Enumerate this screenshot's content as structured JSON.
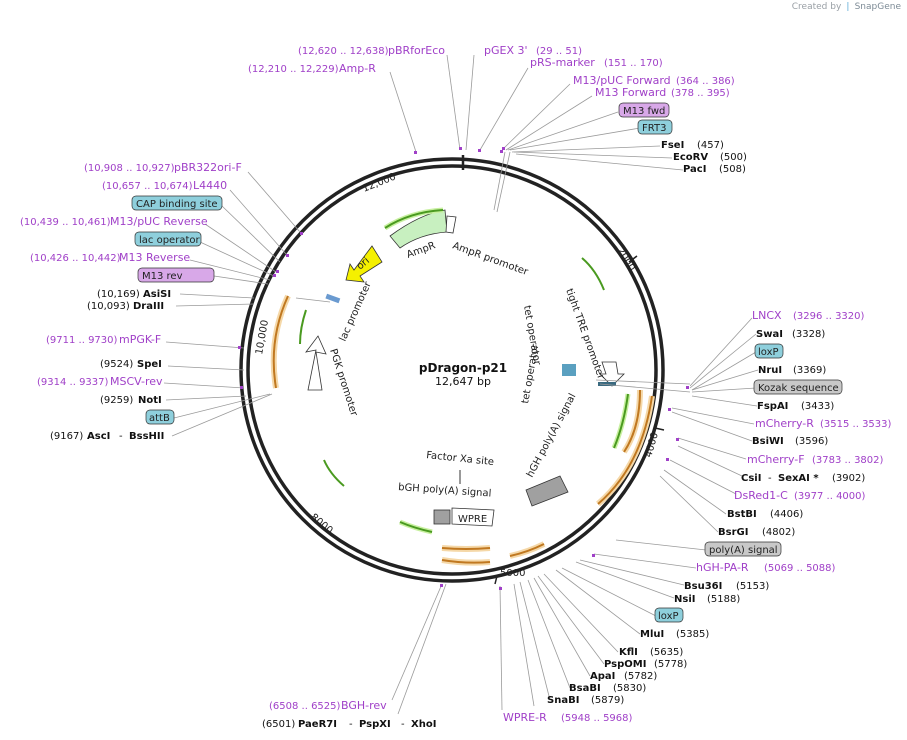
{
  "credit": {
    "prefix": "Created by",
    "brand": "SnapGene"
  },
  "map": {
    "name": "pDragon-p21",
    "size": "12,647 bp",
    "ruler_ticks": [
      "2000",
      "4000",
      "5000",
      "8000",
      "10,000",
      "12,000"
    ],
    "colors": {
      "backbone": "#222222",
      "primer": "#a040c8",
      "feature_green": "#4a9a20",
      "feature_orange": "#e8a040",
      "ampR": "#c8f0c0",
      "ori": "#f5f000",
      "promoter": "#ffffff",
      "polyA": "#a0a0a0",
      "box_teal": "#8ecfdc",
      "box_purple": "#d8a8e8",
      "box_grey": "#c8c8c8"
    }
  },
  "labels": {
    "top": [
      {
        "range": "(12,620 .. 12,638)",
        "name": "pBRforEco",
        "kind": "primer"
      },
      {
        "name": "pGEX 3'",
        "range": "(29 .. 51)",
        "kind": "primer"
      },
      {
        "range": "(12,210 .. 12,229)",
        "name": "Amp-R",
        "kind": "primer"
      },
      {
        "name": "pRS-marker",
        "range": "(151 .. 170)",
        "kind": "primer"
      },
      {
        "name": "M13/pUC Forward",
        "range": "(364 .. 386)",
        "kind": "primer"
      },
      {
        "name": "M13 Forward",
        "range": "(378 .. 395)",
        "kind": "primer"
      },
      {
        "name": "M13 fwd",
        "kind": "box_purple"
      },
      {
        "name": "FRT3",
        "kind": "box_teal"
      },
      {
        "name": "FseI",
        "pos": "(457)",
        "kind": "enzyme"
      },
      {
        "name": "EcoRV",
        "pos": "(500)",
        "kind": "enzyme"
      },
      {
        "name": "PacI",
        "pos": "(508)",
        "kind": "enzyme"
      }
    ],
    "left": [
      {
        "range": "(10,908 .. 10,927)",
        "name": "pBR322ori-F",
        "kind": "primer"
      },
      {
        "range": "(10,657 .. 10,674)",
        "name": "L4440",
        "kind": "primer"
      },
      {
        "name": "CAP binding site",
        "kind": "box_teal"
      },
      {
        "range": "(10,439 .. 10,461)",
        "name": "M13/pUC Reverse",
        "kind": "primer"
      },
      {
        "name": "lac operator",
        "kind": "box_teal"
      },
      {
        "range": "(10,426 .. 10,442)",
        "name": "M13 Reverse",
        "kind": "primer"
      },
      {
        "name": "M13 rev",
        "kind": "box_purple"
      },
      {
        "pos": "(10,169)",
        "name": "AsiSI",
        "kind": "enzyme"
      },
      {
        "pos": "(10,093)",
        "name": "DraIII",
        "kind": "enzyme"
      },
      {
        "range": "(9711 .. 9730)",
        "name": "mPGK-F",
        "kind": "primer"
      },
      {
        "pos": "(9524)",
        "name": "SpeI",
        "kind": "enzyme"
      },
      {
        "range": "(9314 .. 9337)",
        "name": "MSCV-rev",
        "kind": "primer"
      },
      {
        "pos": "(9259)",
        "name": "NotI",
        "kind": "enzyme"
      },
      {
        "name": "attB",
        "kind": "box_teal"
      },
      {
        "pos": "(9167)",
        "name": "AscI",
        "extra": "BssHII",
        "kind": "enzyme2"
      }
    ],
    "right": [
      {
        "name": "LNCX",
        "range": "(3296 .. 3320)",
        "kind": "primer"
      },
      {
        "name": "SwaI",
        "pos": "(3328)",
        "kind": "enzyme"
      },
      {
        "name": "loxP",
        "kind": "box_teal"
      },
      {
        "name": "NruI",
        "pos": "(3369)",
        "kind": "enzyme"
      },
      {
        "name": "Kozak sequence",
        "kind": "box_grey"
      },
      {
        "name": "FspAI",
        "pos": "(3433)",
        "kind": "enzyme"
      },
      {
        "name": "mCherry-R",
        "range": "(3515 .. 3533)",
        "kind": "primer"
      },
      {
        "name": "BsiWI",
        "pos": "(3596)",
        "kind": "enzyme"
      },
      {
        "name": "mCherry-F",
        "range": "(3783 .. 3802)",
        "kind": "primer"
      },
      {
        "name": "CsiI",
        "extra": "SexAI *",
        "pos": "(3902)",
        "kind": "enzyme2"
      },
      {
        "name": "DsRed1-C",
        "range": "(3977 .. 4000)",
        "kind": "primer"
      },
      {
        "name": "BstBI",
        "pos": "(4406)",
        "kind": "enzyme"
      },
      {
        "name": "BsrGI",
        "pos": "(4802)",
        "kind": "enzyme"
      },
      {
        "name": "poly(A) signal",
        "kind": "box_grey"
      },
      {
        "name": "hGH-PA-R",
        "range": "(5069 .. 5088)",
        "kind": "primer"
      },
      {
        "name": "Bsu36I",
        "pos": "(5153)",
        "kind": "enzyme"
      },
      {
        "name": "NsiI",
        "pos": "(5188)",
        "kind": "enzyme"
      },
      {
        "name": "loxP",
        "kind": "box_teal"
      },
      {
        "name": "MluI",
        "pos": "(5385)",
        "kind": "enzyme"
      },
      {
        "name": "KflI",
        "pos": "(5635)",
        "kind": "enzyme"
      },
      {
        "name": "PspOMI",
        "pos": "(5778)",
        "kind": "enzyme"
      },
      {
        "name": "ApaI",
        "pos": "(5782)",
        "kind": "enzyme"
      },
      {
        "name": "BsaBI",
        "pos": "(5830)",
        "kind": "enzyme"
      },
      {
        "name": "SnaBI",
        "pos": "(5879)",
        "kind": "enzyme"
      }
    ],
    "bottom": [
      {
        "range": "(6508 .. 6525)",
        "name": "BGH-rev",
        "kind": "primer"
      },
      {
        "pos": "(6501)",
        "name": "PaeR7I",
        "extra": "PspXI",
        "extra2": "XhoI",
        "kind": "enzyme3"
      },
      {
        "name": "WPRE-R",
        "range": "(5948 .. 5968)",
        "kind": "primer"
      }
    ]
  },
  "inner_features": [
    {
      "name": "AmpR promoter"
    },
    {
      "name": "AmpR"
    },
    {
      "name": "ori"
    },
    {
      "name": "lac promoter"
    },
    {
      "name": "PGK promoter"
    },
    {
      "name": "tet operator"
    },
    {
      "name": "tet operator"
    },
    {
      "name": "tight TRE promoter"
    },
    {
      "name": "hGH poly(A) signal"
    },
    {
      "name": "Factor Xa site"
    },
    {
      "name": "bGH poly(A) signal"
    },
    {
      "name": "WPRE"
    }
  ]
}
